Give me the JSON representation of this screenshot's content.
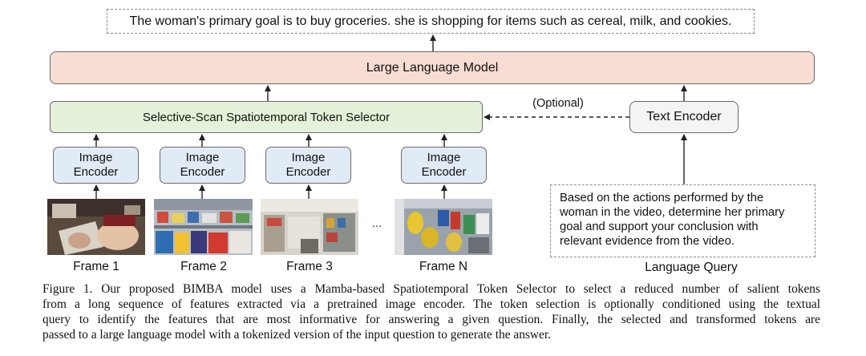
{
  "answer_text": "The woman's primary goal is to buy groceries. she is shopping for items such as cereal, milk, and cookies.",
  "llm_label": "Large Language Model",
  "selector_label": "Selective-Scan Spatiotemporal Token Selector",
  "text_encoder_label": "Text Encoder",
  "optional_label": "(Optional)",
  "encoder": {
    "line1": "Image",
    "line2": "Encoder"
  },
  "frames": [
    {
      "label": "Frame 1"
    },
    {
      "label": "Frame 2"
    },
    {
      "label": "Frame 3"
    },
    {
      "label": "Frame N"
    }
  ],
  "ellipsis": "...",
  "query": {
    "lines": [
      "Based on the actions performed by the",
      "woman in the video, determine her primary",
      "goal and support your conclusion with",
      "relevant evidence from the video."
    ],
    "label": "Language Query"
  },
  "caption_lines": [
    "Figure 1. Our proposed BIMBA model  uses a Mamba-based Spatiotemporal Token Selector to select a reduced number of salient tokens",
    "from a long sequence of features extracted via a pretrained image encoder. The token selection is optionally conditioned using the textual",
    "query to identify the features that are most informative for answering a given question.  Finally, the selected and transformed tokens are",
    "passed to a large language model with a tokenized version of the input question to generate the answer."
  ],
  "colors": {
    "llm_fill": "#f8ddd4",
    "selector_fill": "#e4f2d9",
    "encoder_fill": "#e1ebf5",
    "text_encoder_fill": "#f4f4f4"
  }
}
